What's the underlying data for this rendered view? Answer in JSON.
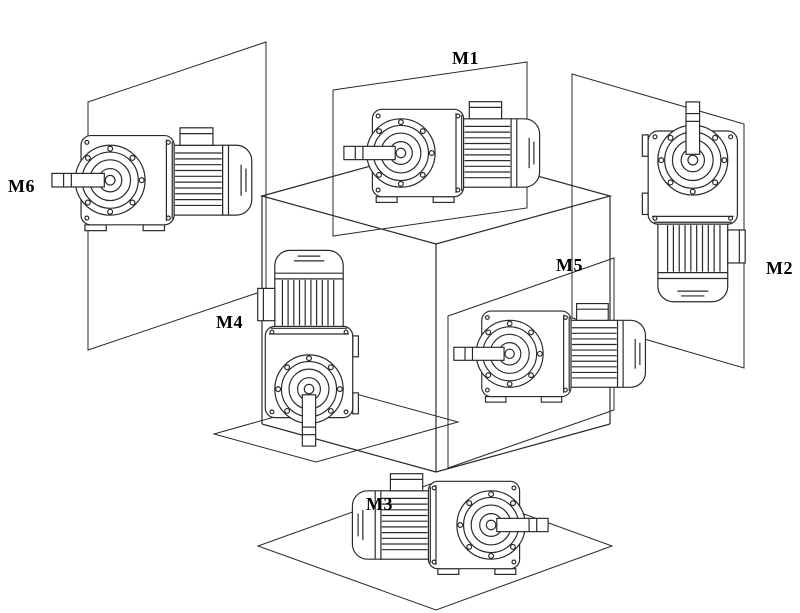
{
  "figure": {
    "type": "gearmotor-mounting-positions-diagram",
    "colors": {
      "background": "#ffffff",
      "line": "#2a2a2a",
      "label": "#000000"
    },
    "labels": {
      "m1": "M1",
      "m2": "M2",
      "m3": "M3",
      "m4": "M4",
      "m5": "M5",
      "m6": "M6"
    },
    "positions": [
      {
        "id": "M1",
        "label": "M1",
        "placement": "top-center",
        "shaft": "horizontal-left"
      },
      {
        "id": "M2",
        "label": "M2",
        "placement": "right",
        "shaft": "vertical-up"
      },
      {
        "id": "M3",
        "label": "M3",
        "placement": "bottom-center",
        "shaft": "horizontal-right"
      },
      {
        "id": "M4",
        "label": "M4",
        "placement": "center-left",
        "shaft": "vertical-down"
      },
      {
        "id": "M5",
        "label": "M5",
        "placement": "center-right",
        "shaft": "horizontal-left"
      },
      {
        "id": "M6",
        "label": "M6",
        "placement": "left",
        "shaft": "horizontal-left"
      }
    ]
  }
}
